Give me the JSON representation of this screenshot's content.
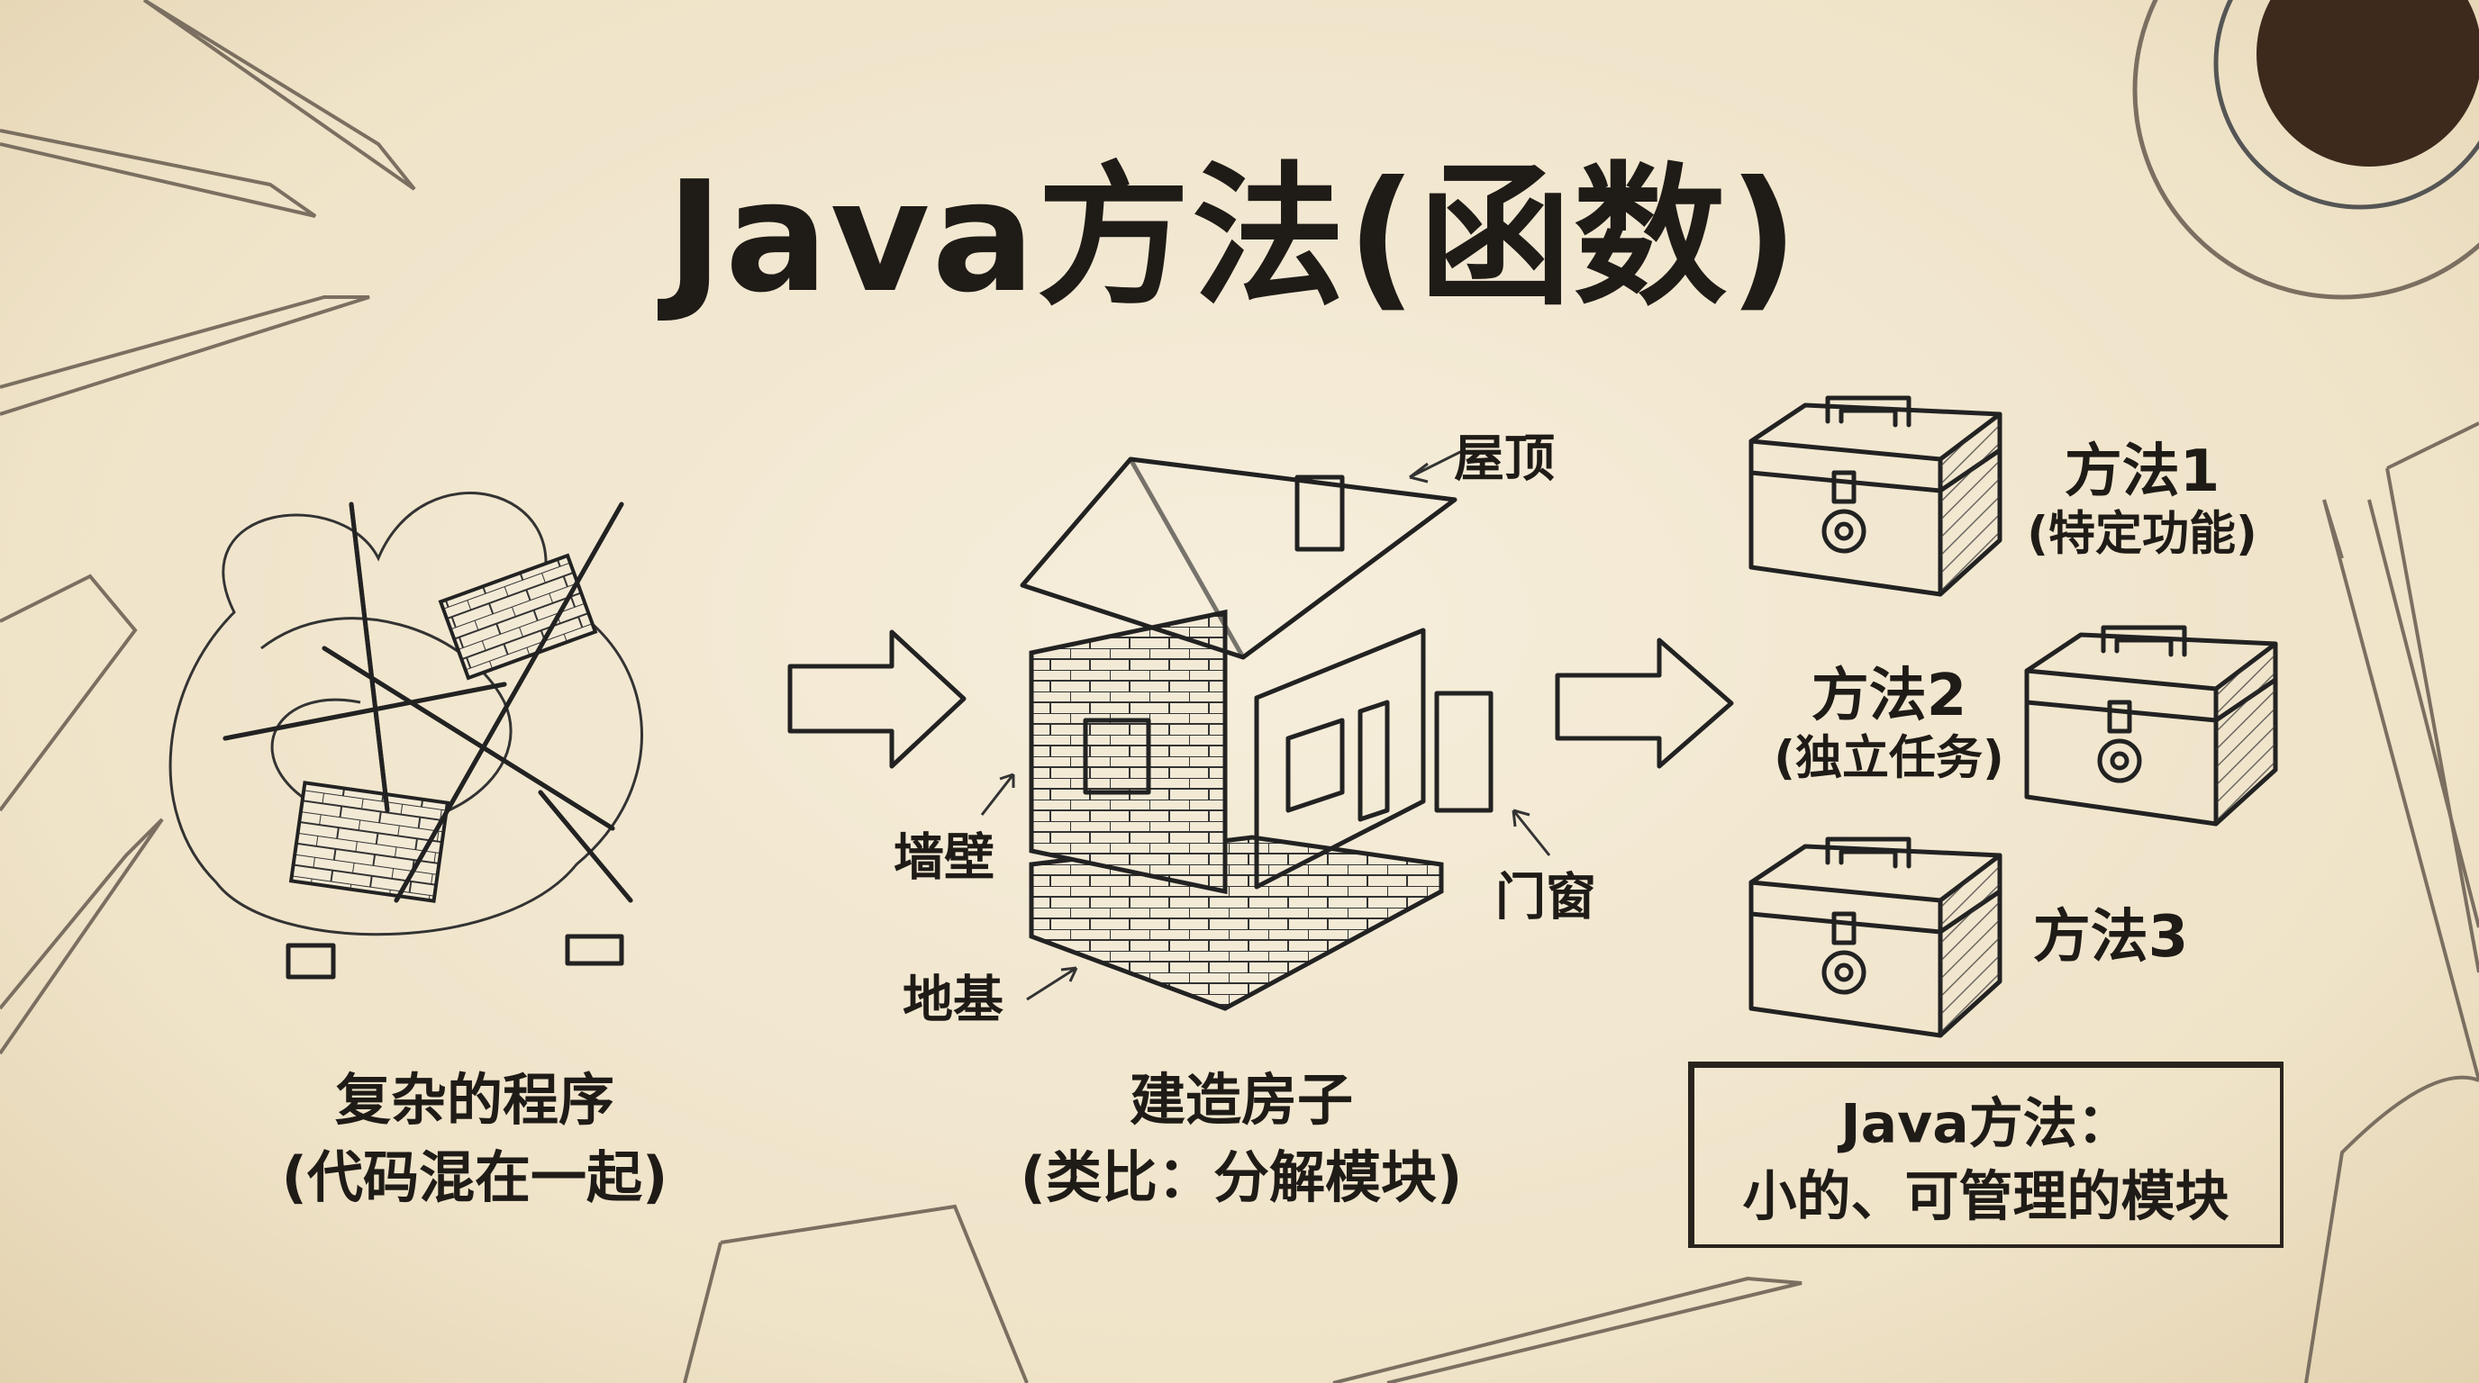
{
  "title": "Java方法(函数)",
  "left": {
    "caption": "复杂的程序",
    "subcaption": "(代码混在一起)"
  },
  "center": {
    "caption": "建造房子",
    "subcaption": "(类比：分解模块)",
    "labels": {
      "roof": "屋顶",
      "wall": "墙壁",
      "door_window": "门窗",
      "foundation": "地基"
    }
  },
  "right": {
    "methods": [
      {
        "name": "方法1",
        "desc": "(特定功能)"
      },
      {
        "name": "方法2",
        "desc": "(独立任务)"
      },
      {
        "name": "方法3",
        "desc": ""
      }
    ],
    "summary": {
      "line1": "Java方法：",
      "line2": "小的、可管理的模块"
    }
  },
  "colors": {
    "background": "#f3e9d5",
    "ink": "#1f1b17"
  }
}
